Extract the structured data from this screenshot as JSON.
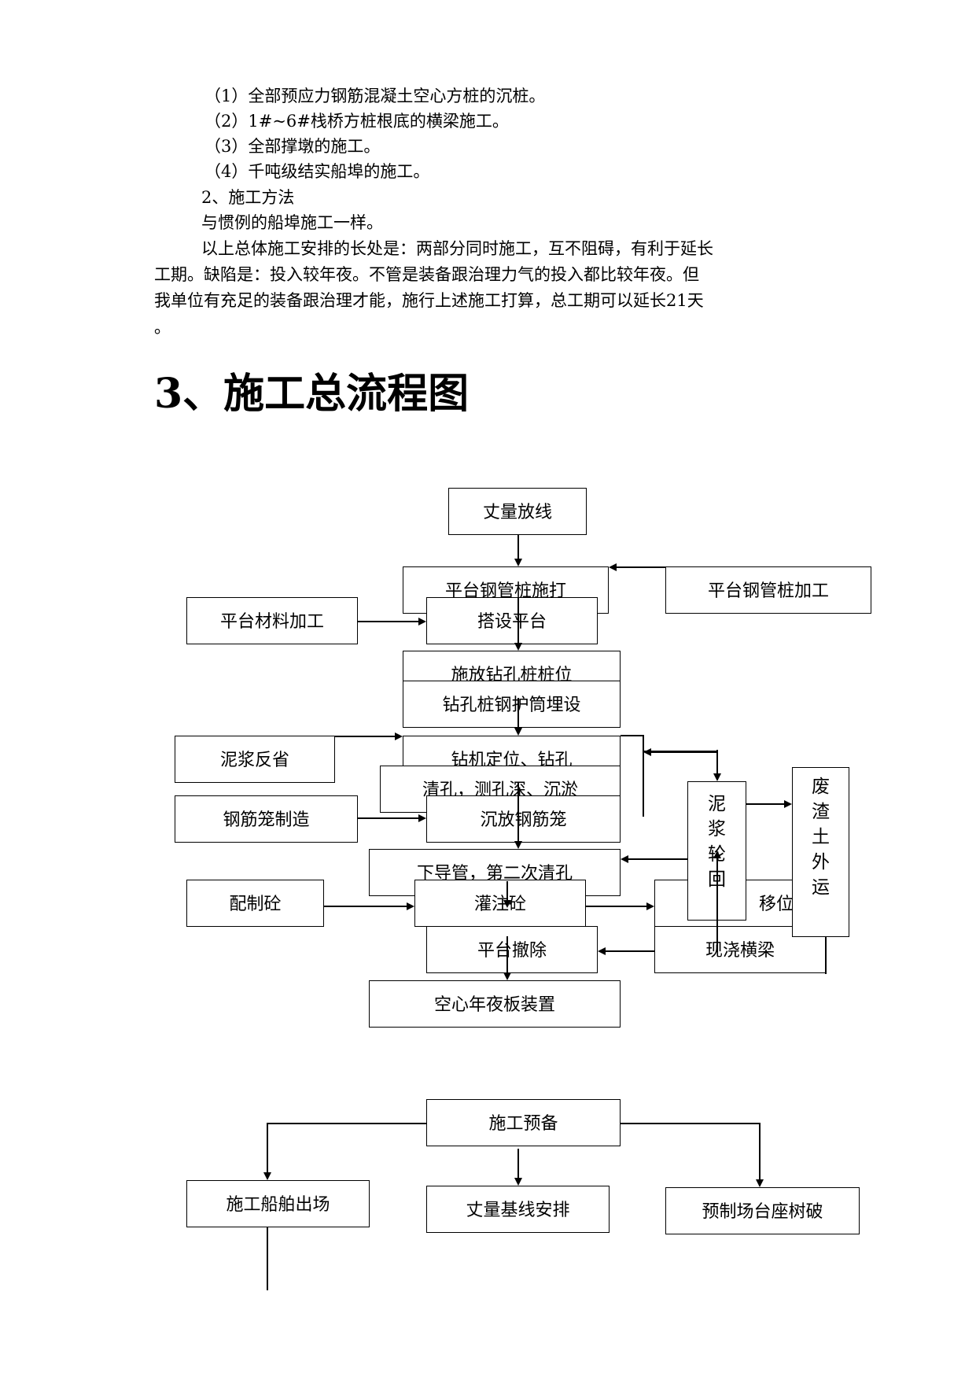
{
  "paragraphs": [
    "（1）全部预应力钢筋混凝土空心方桩的沉桩。",
    "（2）1#~6#栈桥方桩根底的横梁施工。",
    "（3）全部撑墩的施工。",
    "（4）千吨级结实船埠的施工。",
    "2、施工方法",
    "与惯例的船埠施工一样。",
    "以上总体施工安排的长处是：两部分同时施工，互不阻碍，有利于延长",
    "工期。缺陷是：投入较年夜。不管是装备跟治理力气的投入都比较年夜。但",
    "我单位有充足的装备跟治理才能，施行上述施工打算，总工期可以延长21天",
    "。"
  ],
  "heading": "3、施工总流程图",
  "flowchart1": {
    "survey": "丈量放线",
    "steel_pile_driving": "平台钢管桩施打",
    "steel_pile_processing": "平台钢管桩加工",
    "platform_material": "平台材料加工",
    "build_platform": "搭设平台",
    "set_pile_position": "施放钻孔桩桩位",
    "casing_embed": "钻孔桩钢护筒埋设",
    "mud_reflect": "泥浆反省",
    "drill_position": "钻机定位、钻孔",
    "clean_hole": "清孔，测孔深、沉淤",
    "cage_making": "钢筋笼制造",
    "sink_cage": "沉放钢筋笼",
    "conduit_second_clean": "下导管，第二次清孔",
    "mix_concrete": "配制砼",
    "pour_concrete": "灌注砼",
    "relocate": "移位",
    "remove_platform": "平台撤除",
    "cast_beam": "现浇横梁",
    "hollow_slab": "空心年夜板装置",
    "mud_cycle": [
      "泥",
      "浆",
      "轮",
      "回"
    ],
    "waste_transport": [
      "废",
      "渣",
      "土",
      "外",
      "运"
    ]
  },
  "flowchart2": {
    "prep": "施工预备",
    "ship_entry": "施工船舶出场",
    "baseline": "丈量基线安排",
    "prefab_yard": "预制场台座树破"
  }
}
